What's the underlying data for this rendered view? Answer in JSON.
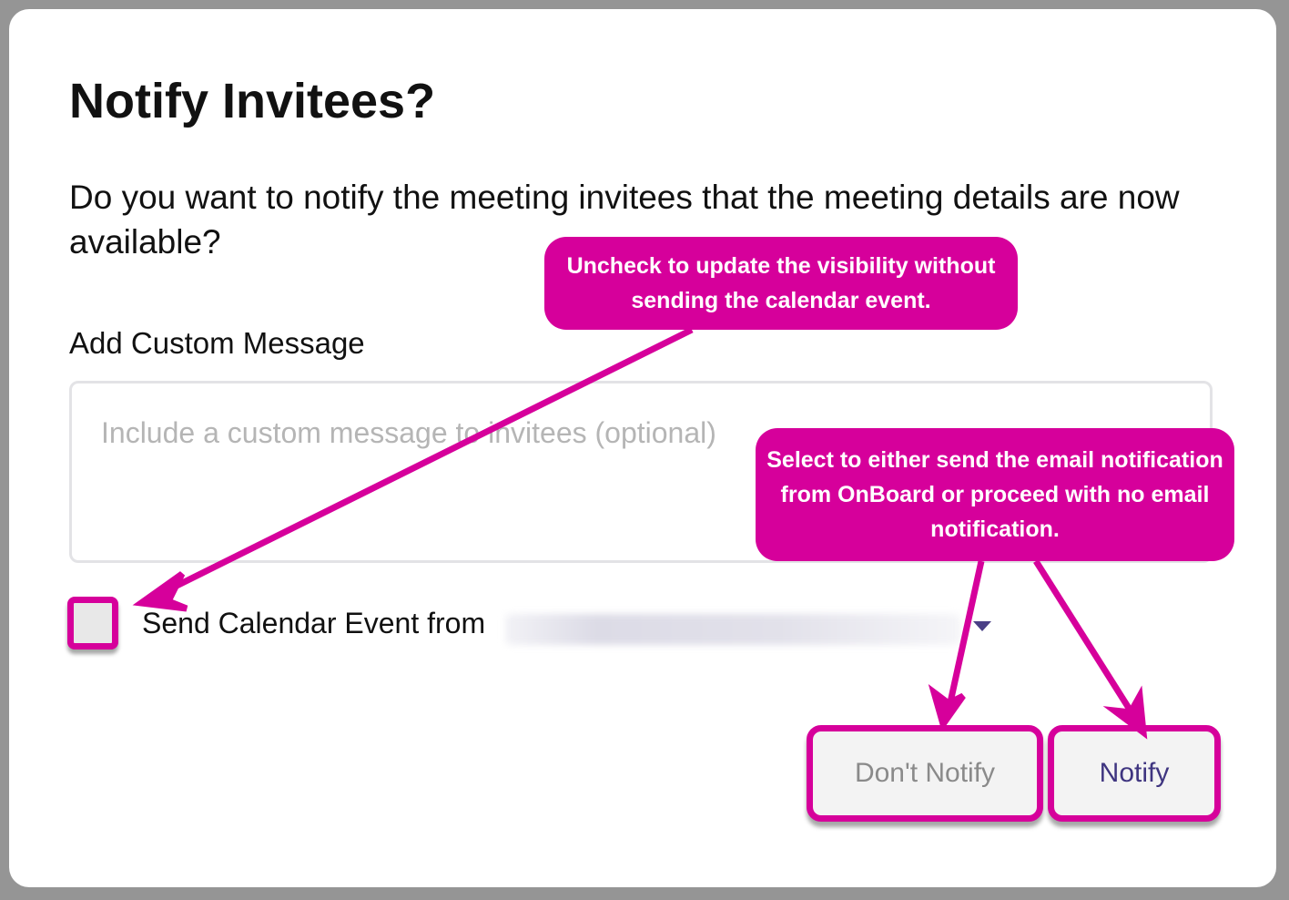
{
  "dialog": {
    "title": "Notify Invitees?",
    "question": "Do you want to notify the meeting invitees that the meeting details are now available?",
    "custom_message_label": "Add Custom Message",
    "custom_message_placeholder": "Include a custom message to invitees (optional)",
    "custom_message_value": "",
    "send_calendar_label": "Send Calendar Event from",
    "send_calendar_checked": false,
    "dont_notify_label": "Don't Notify",
    "notify_label": "Notify"
  },
  "annotations": {
    "checkbox_tip": "Uncheck to update the visibility without sending the calendar event.",
    "buttons_tip": "Select to either send the email notification from OnBoard or proceed with no email notification."
  },
  "colors": {
    "annotation": "#d6009b",
    "accent": "#3f3580"
  }
}
